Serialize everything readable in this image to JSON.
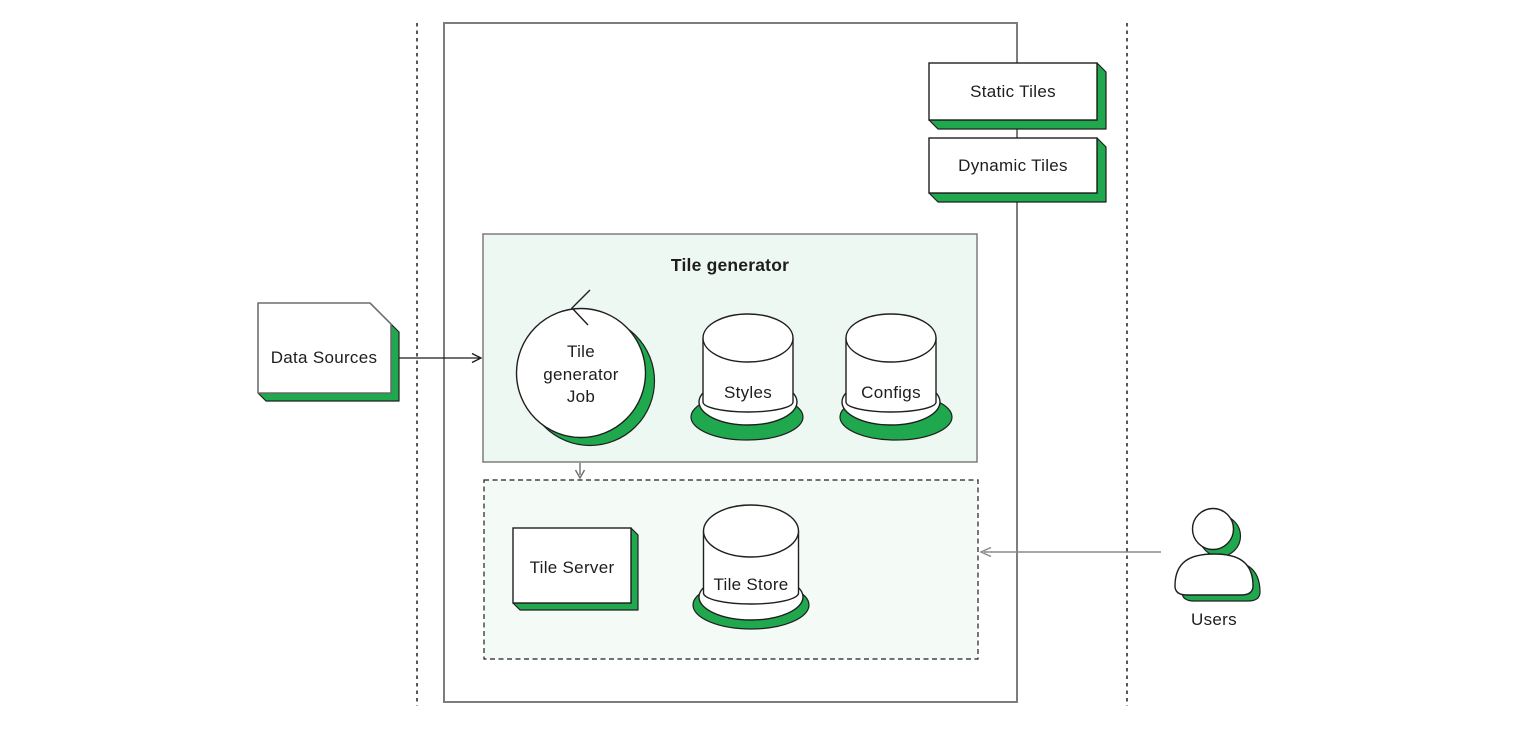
{
  "diagram": {
    "zones": {
      "tile_generator_title": "Tile generator"
    },
    "nodes": {
      "static_tiles": "Static Tiles",
      "dynamic_tiles": "Dynamic Tiles",
      "data_sources": "Data Sources",
      "tile_generator_job": [
        "Tile",
        "generator",
        "Job"
      ],
      "styles": "Styles",
      "configs": "Configs",
      "tile_server": "Tile Server",
      "tile_store": "Tile Store",
      "users": "Users"
    },
    "colors": {
      "accent_green": "#1fa84e",
      "generator_zone_bg": "#eef8f3",
      "serving_zone_bg": "#f4fbf7",
      "outline_dark": "#1f1f1f",
      "outline_gray": "#7d7d7d"
    }
  }
}
